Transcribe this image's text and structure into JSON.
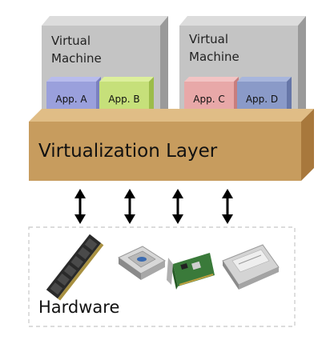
{
  "diagram": {
    "virtual_machines": [
      {
        "label": "Virtual\nMachine",
        "apps": [
          {
            "label": "App. A",
            "color": "#9aa0dc"
          },
          {
            "label": "App. B",
            "color": "#c6e07a"
          }
        ]
      },
      {
        "label": "Virtual\nMachine",
        "apps": [
          {
            "label": "App. C",
            "color": "#e8a8a8"
          },
          {
            "label": "App. D",
            "color": "#8a9ac8"
          }
        ]
      }
    ],
    "virtualization_layer": {
      "label": "Virtualization Layer",
      "color": "#c79c5e"
    },
    "hardware": {
      "label": "Hardware"
    },
    "colors": {
      "vm_box": "#c4c4c4",
      "vm_side": "#9a9a9a"
    }
  }
}
